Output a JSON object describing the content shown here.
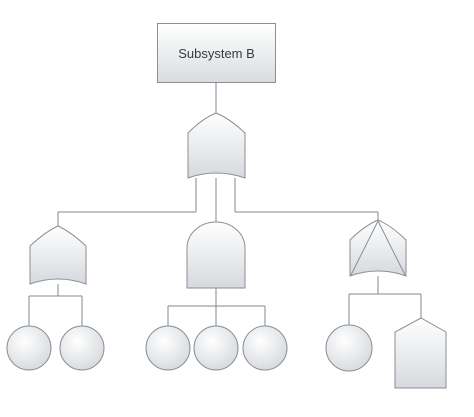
{
  "diagram": {
    "top_event": {
      "label": "Subsystem B"
    },
    "nodes": [
      {
        "id": "gate-top",
        "type": "or-gate"
      },
      {
        "id": "gate-left",
        "type": "or-gate"
      },
      {
        "id": "gate-middle",
        "type": "and-gate"
      },
      {
        "id": "gate-right",
        "type": "priority-or-gate"
      },
      {
        "id": "event-left-1",
        "type": "basic-event"
      },
      {
        "id": "event-left-2",
        "type": "basic-event"
      },
      {
        "id": "event-middle-1",
        "type": "basic-event"
      },
      {
        "id": "event-middle-2",
        "type": "basic-event"
      },
      {
        "id": "event-middle-3",
        "type": "basic-event"
      },
      {
        "id": "event-right-1",
        "type": "basic-event"
      },
      {
        "id": "event-right-2",
        "type": "house-event"
      }
    ],
    "colors": {
      "stroke": "#8a8f96",
      "line": "#7f8a93",
      "fill_top": "#ffffff",
      "fill_bottom": "#d6d9dd",
      "text": "#333b44"
    }
  }
}
